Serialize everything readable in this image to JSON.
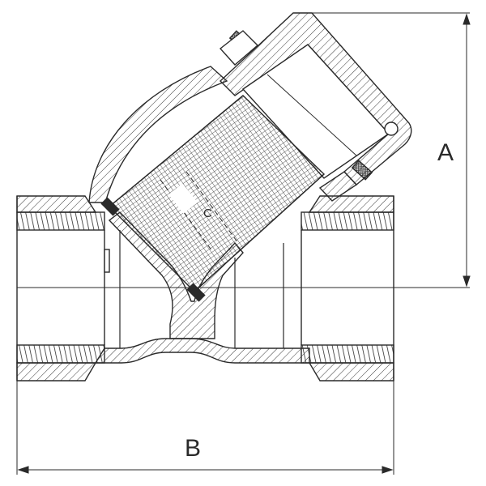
{
  "diagram": {
    "labels": {
      "a": "A",
      "b": "B",
      "c": "C"
    },
    "colors": {
      "stroke": "#2a2a2a",
      "hatch": "#3a3a3a",
      "background": "#ffffff"
    }
  }
}
